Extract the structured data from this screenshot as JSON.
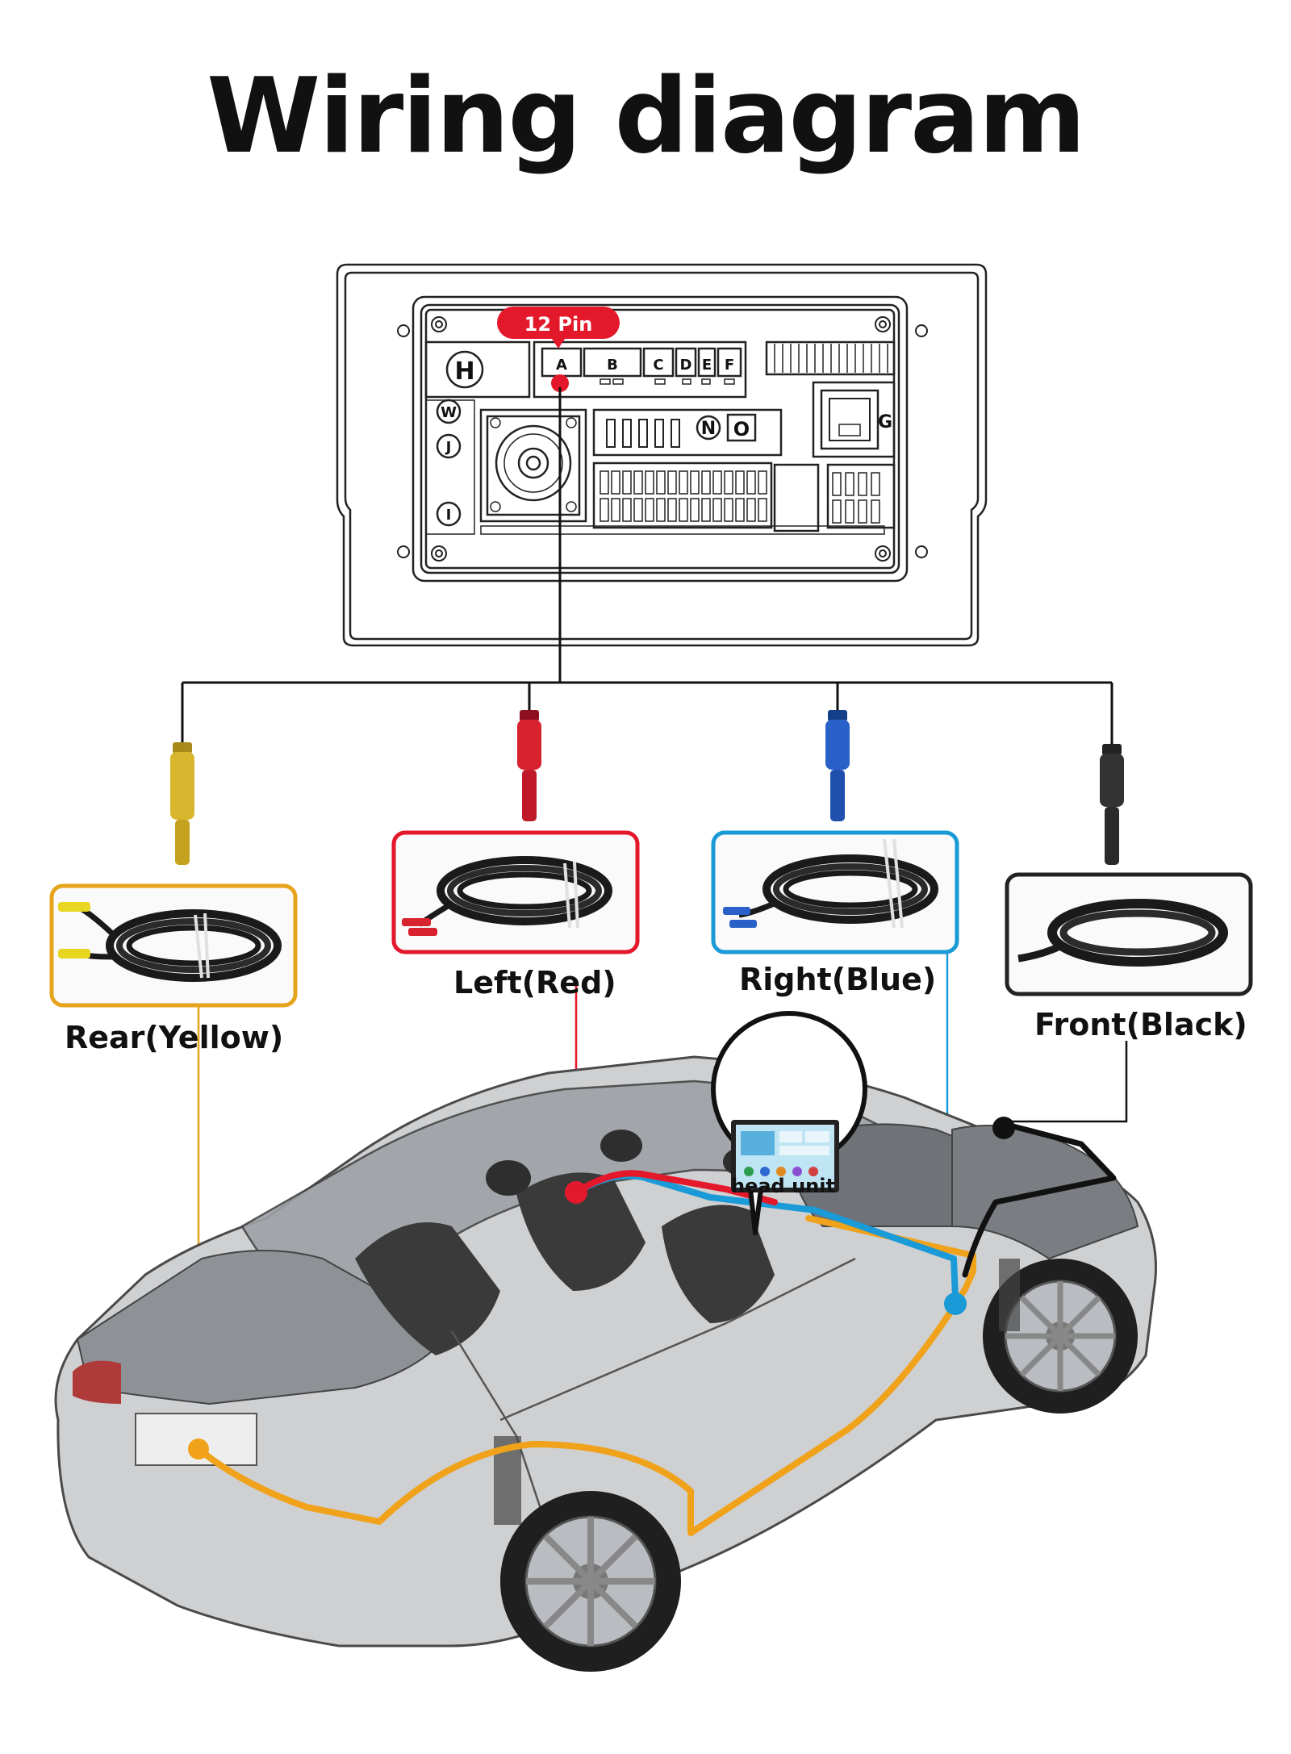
{
  "title": "Wiring diagram",
  "head_unit_panel": {
    "pin_badge": "12 Pin",
    "ports": [
      "A",
      "B",
      "C",
      "D",
      "E",
      "F"
    ],
    "labels": [
      "H",
      "W",
      "J",
      "I",
      "N",
      "O",
      "G"
    ]
  },
  "cameras": [
    {
      "label": "Rear(Yellow)",
      "color": "#e6a31c"
    },
    {
      "label": "Left(Red)",
      "color": "#e4182b"
    },
    {
      "label": "Right(Blue)",
      "color": "#1a9ad6"
    },
    {
      "label": "Front(Black)",
      "color": "#222222"
    }
  ],
  "head_unit_bubble": "head unit"
}
